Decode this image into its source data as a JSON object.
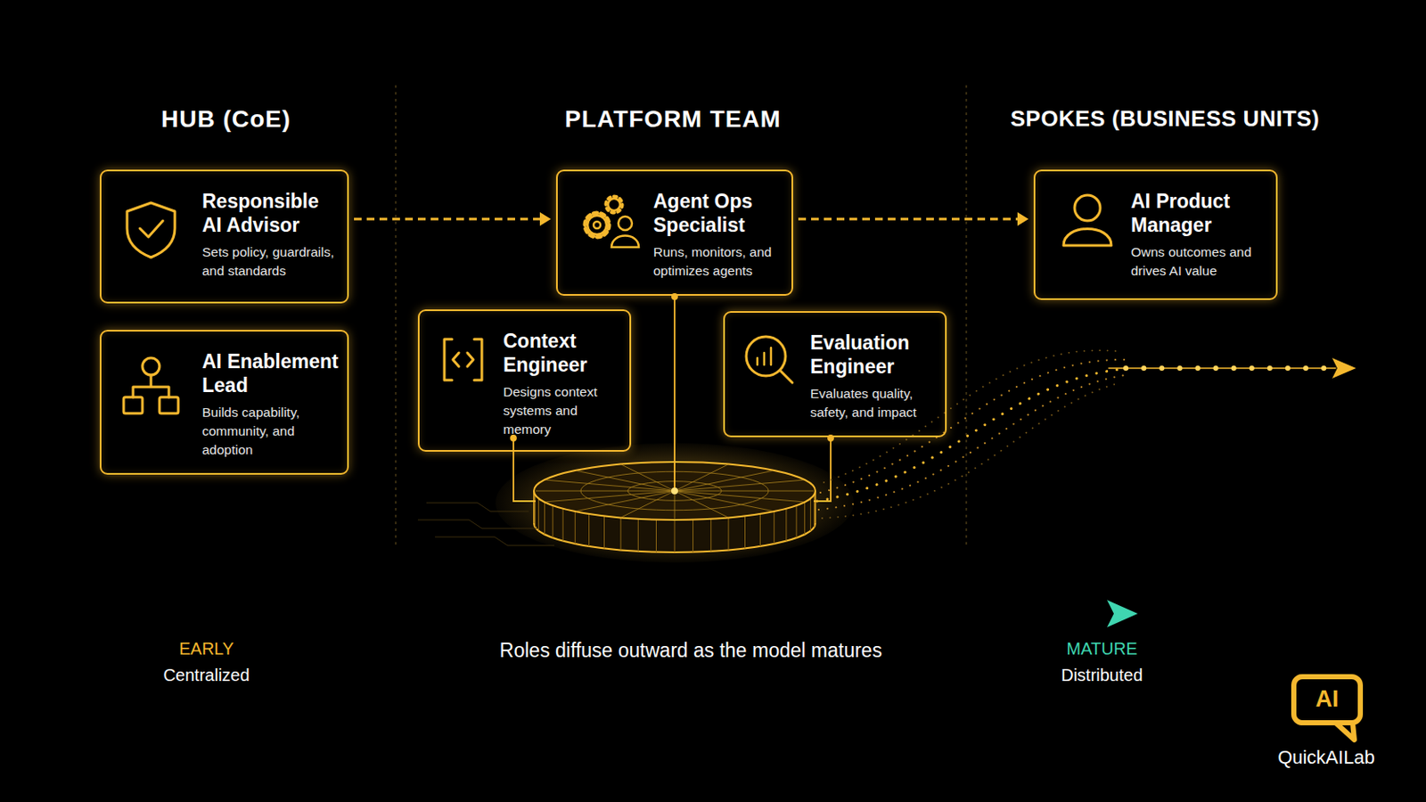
{
  "diagram": {
    "nodes": [
      {
        "text": [
          "Responsible AI Advisor",
          "Sets policy, guardrails, and standards"
        ]
      },
      {
        "text": [
          "Agent Ops Specialist",
          "Runs, monitors, and optimizes agents"
        ]
      },
      {
        "text": [
          "AI Product Manager",
          "Owns outcomes and drives AI value"
        ]
      },
      {
        "text": [
          "AI Enablement Lead",
          "Builds capability, community, and adoption"
        ]
      },
      {
        "text": [
          "Context Engineer",
          "Designs context systems and memory"
        ]
      },
      {
        "text": [
          "Evaluation Engineer",
          "Evaluates quality, safety, and impact"
        ]
      }
    ],
    "edges": [
      {
        "from": 0,
        "to": 1,
        "arrow": "to"
      },
      {
        "from": 1,
        "to": 2,
        "arrow": "to"
      }
    ],
    "labels": [
      "HUB (CoE)",
      "PLATFORM TEAM",
      "SPOKES (BUSINESS UNITS)",
      "EARLY",
      "Centralized",
      "Roles diffuse outward as the model matures",
      "MATURE",
      "Distributed",
      "AI",
      "QuickAILab"
    ]
  }
}
